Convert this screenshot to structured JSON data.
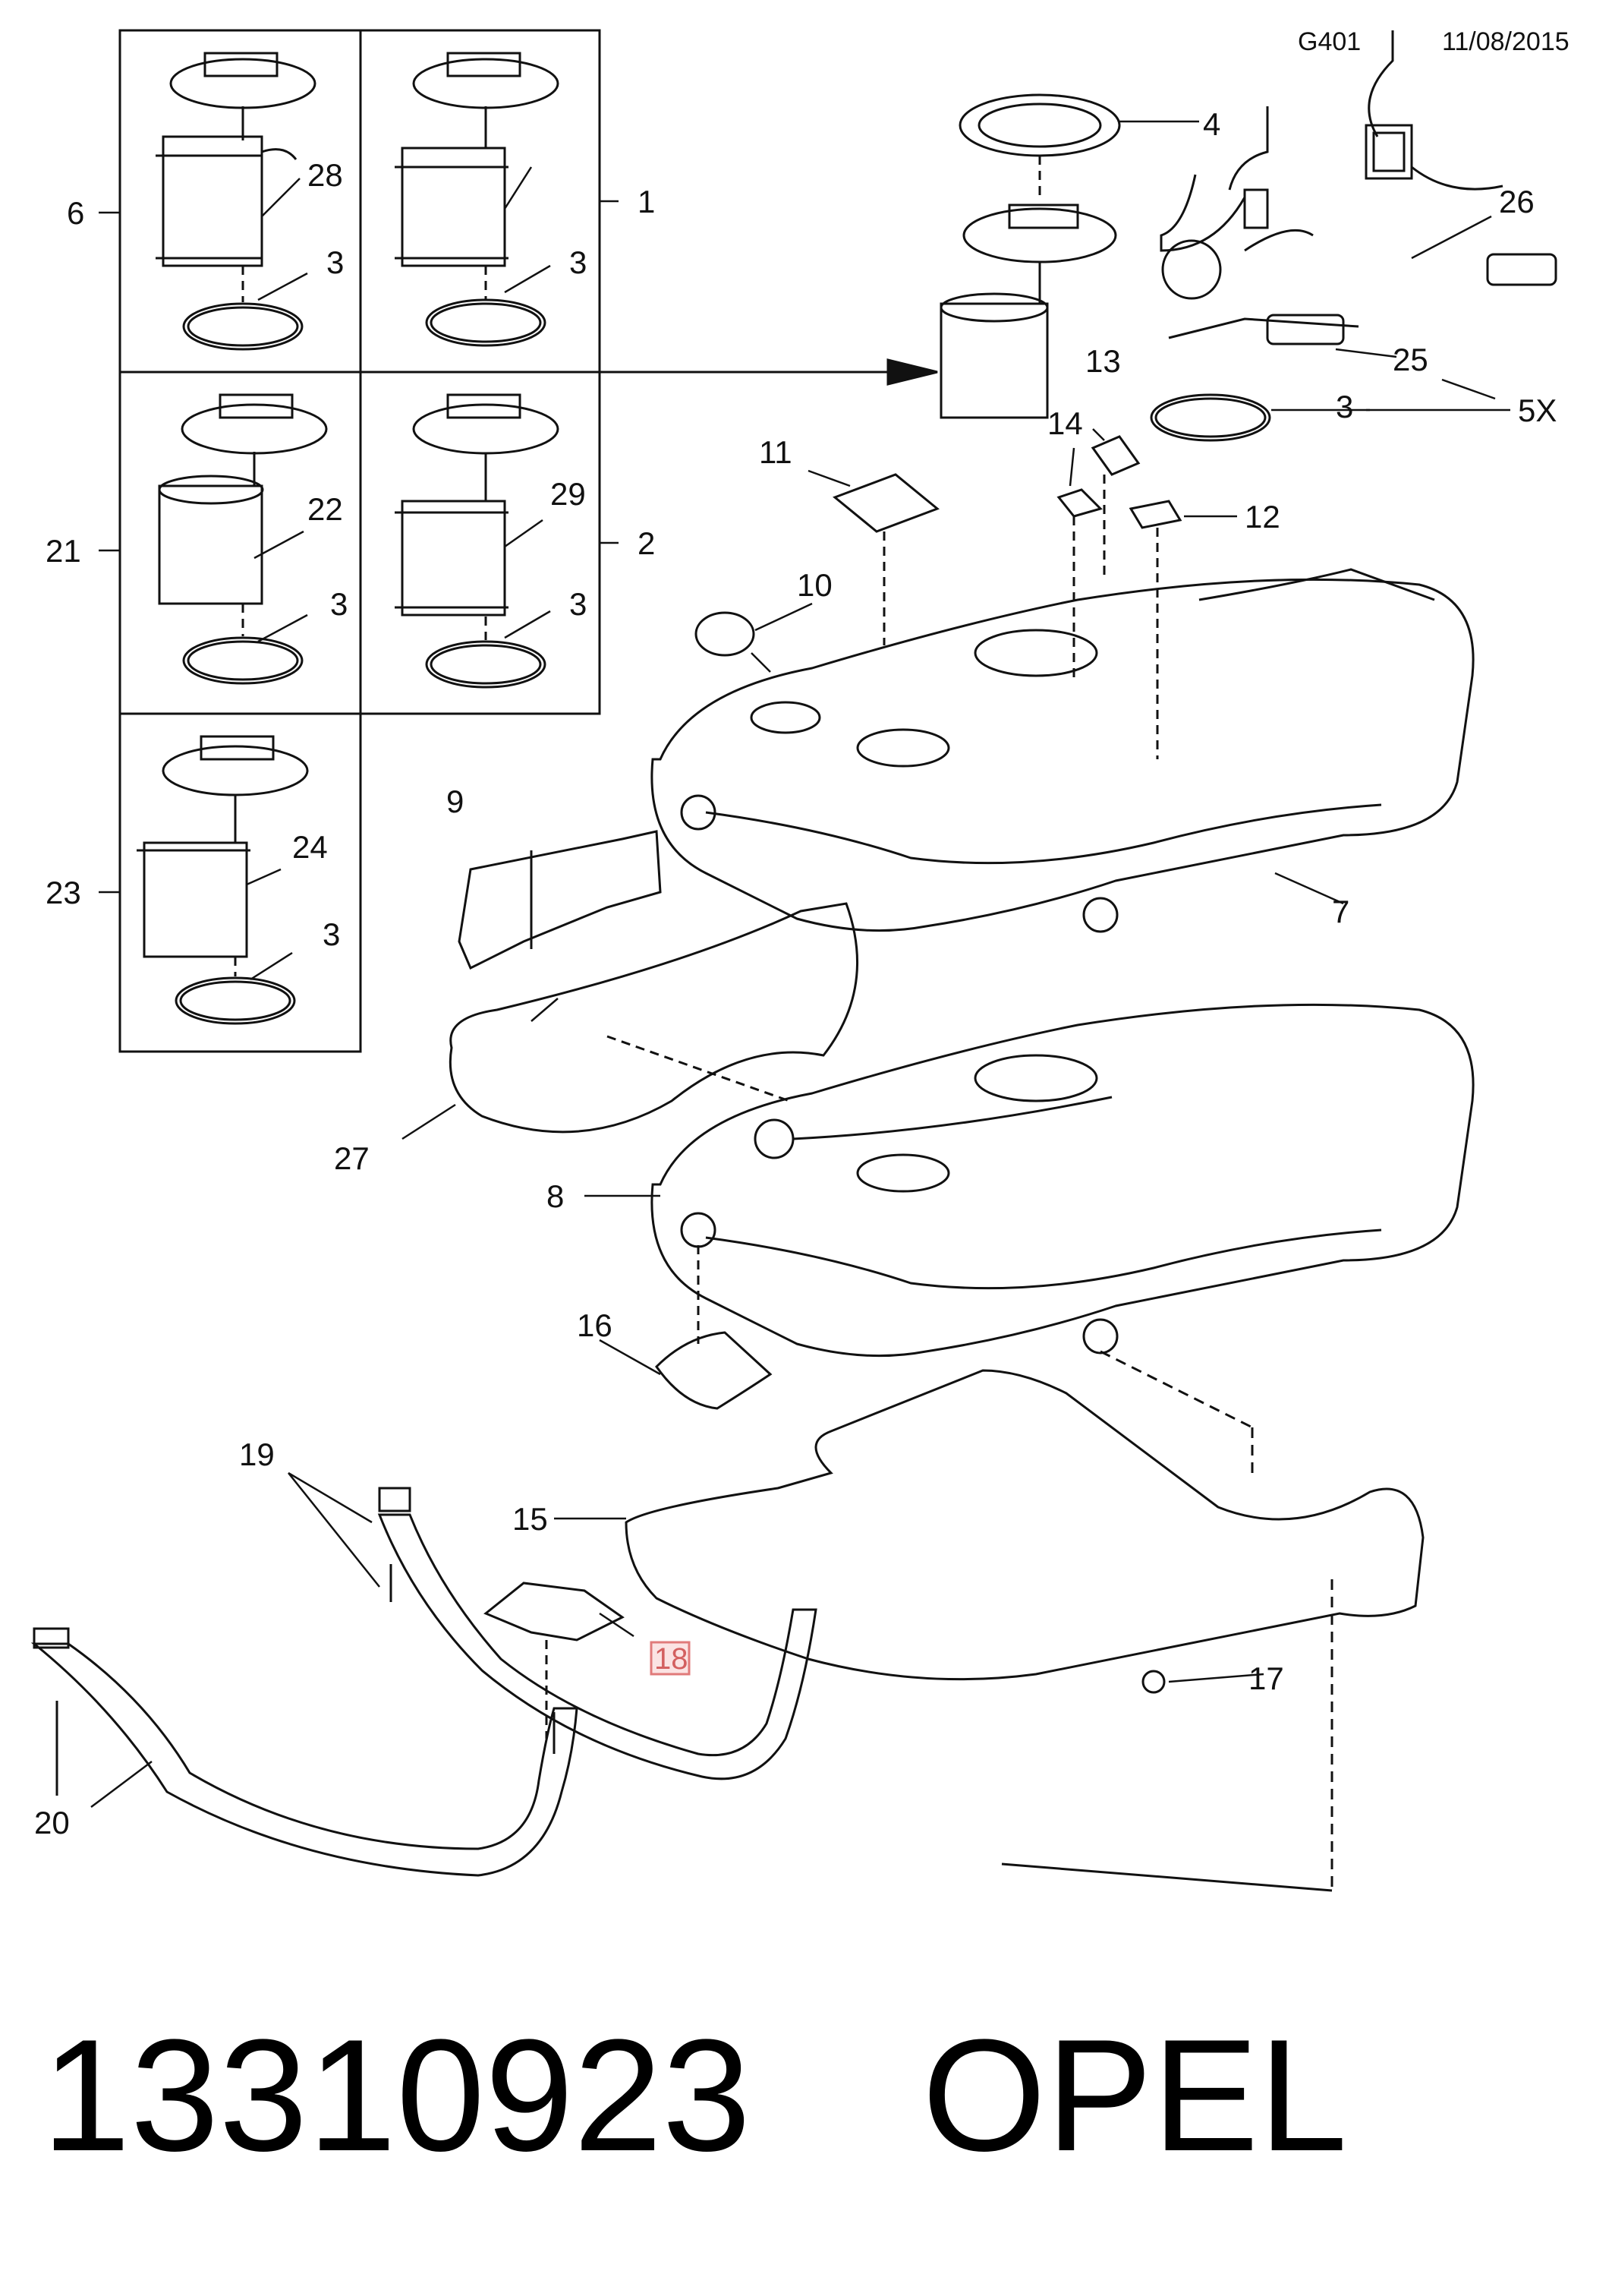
{
  "header": {
    "code": "G401",
    "date": "11/08/2015"
  },
  "footer": {
    "part_number": "13310923",
    "brand": "OPEL"
  },
  "callouts": {
    "c1": "1",
    "c2": "2",
    "c3": "3",
    "c4": "4",
    "c5x": "5X",
    "c6": "6",
    "c7": "7",
    "c8": "8",
    "c9": "9",
    "c10": "10",
    "c11": "11",
    "c12": "12",
    "c13": "13",
    "c14": "14",
    "c15": "15",
    "c16": "16",
    "c17": "17",
    "c18": "18",
    "c19": "19",
    "c20": "20",
    "c21": "21",
    "c22": "22",
    "c23": "23",
    "c24": "24",
    "c25": "25",
    "c26": "26",
    "c27": "27",
    "c28": "28",
    "c29": "29"
  },
  "highlight_color": "#e07a7a"
}
